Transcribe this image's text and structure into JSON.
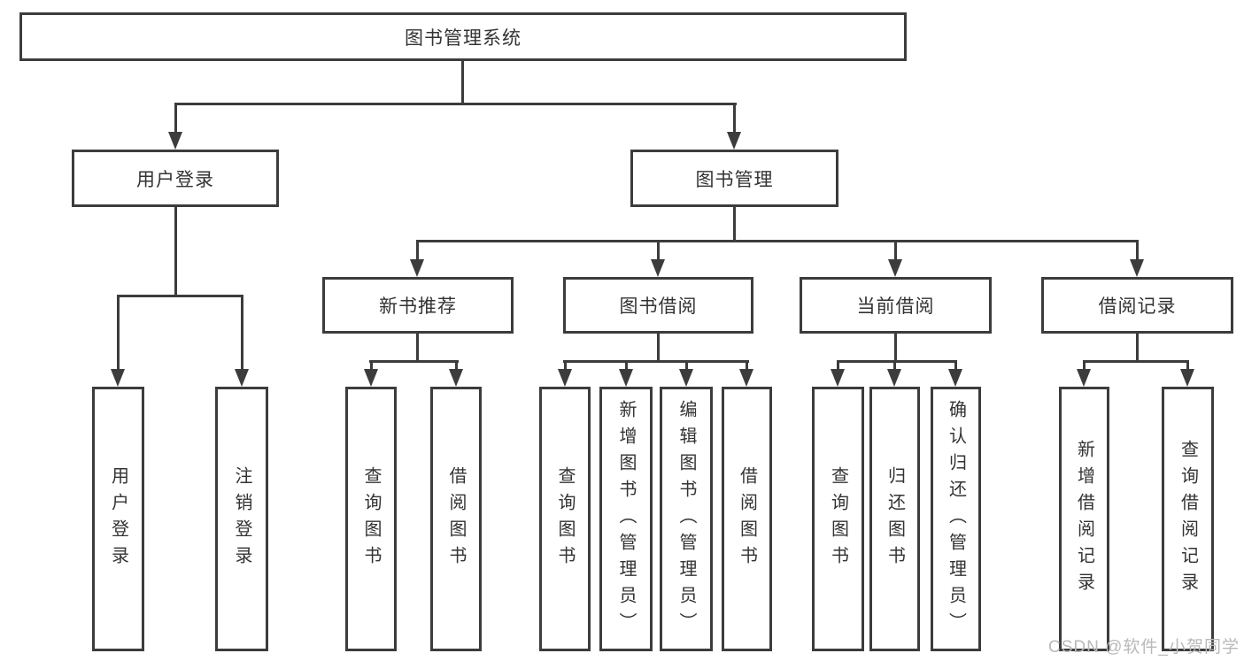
{
  "diagram": {
    "nodes": {
      "root": "图书管理系统",
      "user_login": "用户登录",
      "book_mgmt": "图书管理",
      "new_book": "新书推荐",
      "book_borrow": "图书借阅",
      "current_borrow": "当前借阅",
      "borrow_record": "借阅记录",
      "leaf_user_login": "用户登录",
      "leaf_logout": "注销登录",
      "leaf_nb_query": "查询图书",
      "leaf_nb_borrow": "借阅图书",
      "leaf_bb_query": "查询图书",
      "leaf_bb_add": "新增图书（管理员）",
      "leaf_bb_edit": "编辑图书（管理员）",
      "leaf_bb_borrow": "借阅图书",
      "leaf_cb_query": "查询图书",
      "leaf_cb_return": "归还图书",
      "leaf_cb_confirm": "确认归还（管理员）",
      "leaf_br_add": "新增借阅记录",
      "leaf_br_query": "查询借阅记录"
    },
    "colors": {
      "line": "#3c3c3c",
      "box_border": "#3c3c3c",
      "text": "#333333",
      "background": "#ffffff",
      "watermark": "#b9b9b9"
    }
  },
  "watermark": {
    "text": "CSDN @软件_小贺同学"
  }
}
